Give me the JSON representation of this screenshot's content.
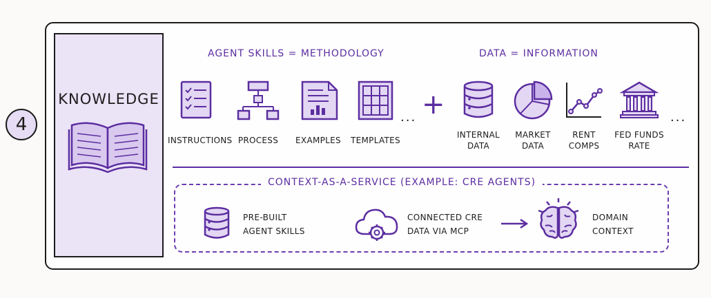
{
  "step_number": "4",
  "knowledge_panel": {
    "title": "KNOWLEDGE"
  },
  "agent_skills": {
    "heading": "AGENT SKILLS = METHODOLOGY",
    "items": [
      {
        "label": "INSTRUCTIONS",
        "icon": "checklist-icon"
      },
      {
        "label": "PROCESS",
        "icon": "flowchart-icon"
      },
      {
        "label": "EXAMPLES",
        "icon": "document-chart-icon"
      },
      {
        "label": "TEMPLATES",
        "icon": "template-grid-icon"
      }
    ],
    "ellipsis": "..."
  },
  "plus": "+",
  "data_section": {
    "heading": "DATA = INFORMATION",
    "items": [
      {
        "line1": "INTERNAL",
        "line2": "DATA",
        "icon": "database-icon"
      },
      {
        "line1": "MARKET",
        "line2": "DATA",
        "icon": "pie-chart-icon"
      },
      {
        "line1": "RENT",
        "line2": "COMPS",
        "icon": "line-chart-icon"
      },
      {
        "line1": "FED FUNDS",
        "line2": "RATE",
        "icon": "bank-building-icon"
      }
    ],
    "ellipsis": "..."
  },
  "context_service": {
    "title": "CONTEXT-AS-A-SERVICE (EXAMPLE: CRE AGENTS)",
    "items": [
      {
        "line1": "PRE-BUILT",
        "line2": "AGENT SKILLS",
        "icon": "database-icon"
      },
      {
        "line1": "CONNECTED CRE",
        "line2": "DATA VIA MCP",
        "icon": "cloud-gear-icon"
      },
      {
        "line1": "DOMAIN",
        "line2": "CONTEXT",
        "icon": "brain-icon"
      }
    ]
  },
  "colors": {
    "accent": "#5b2da0",
    "panel_fill": "#ebe3f6",
    "icon_fill": "#e3d7f3",
    "ink": "#1c1c1c"
  }
}
